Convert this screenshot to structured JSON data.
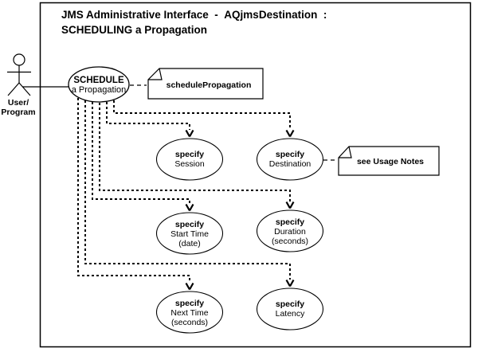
{
  "title": {
    "line1": "JMS Administrative Interface  -  AQjmsDestination  :",
    "line2": "SCHEDULING a Propagation"
  },
  "actor": {
    "label1": "User/",
    "label2": "Program"
  },
  "main_use_case": {
    "label1": "SCHEDULE",
    "label2": "a Propagation"
  },
  "notes": {
    "schedule_note": "schedulePropagation",
    "usage_note": "see Usage Notes"
  },
  "use_cases": [
    {
      "line1": "specify",
      "line2": "Session"
    },
    {
      "line1": "specify",
      "line2": "Destination"
    },
    {
      "line1": "specify",
      "line2": "Start Time",
      "line3": "(date)"
    },
    {
      "line1": "specify",
      "line2": "Duration",
      "line3": "(seconds)"
    },
    {
      "line1": "specify",
      "line2": "Next Time",
      "line3": "(seconds)"
    },
    {
      "line1": "specify",
      "line2": "Latency"
    }
  ],
  "colors": {
    "ink": "#000000",
    "paper": "#ffffff"
  }
}
